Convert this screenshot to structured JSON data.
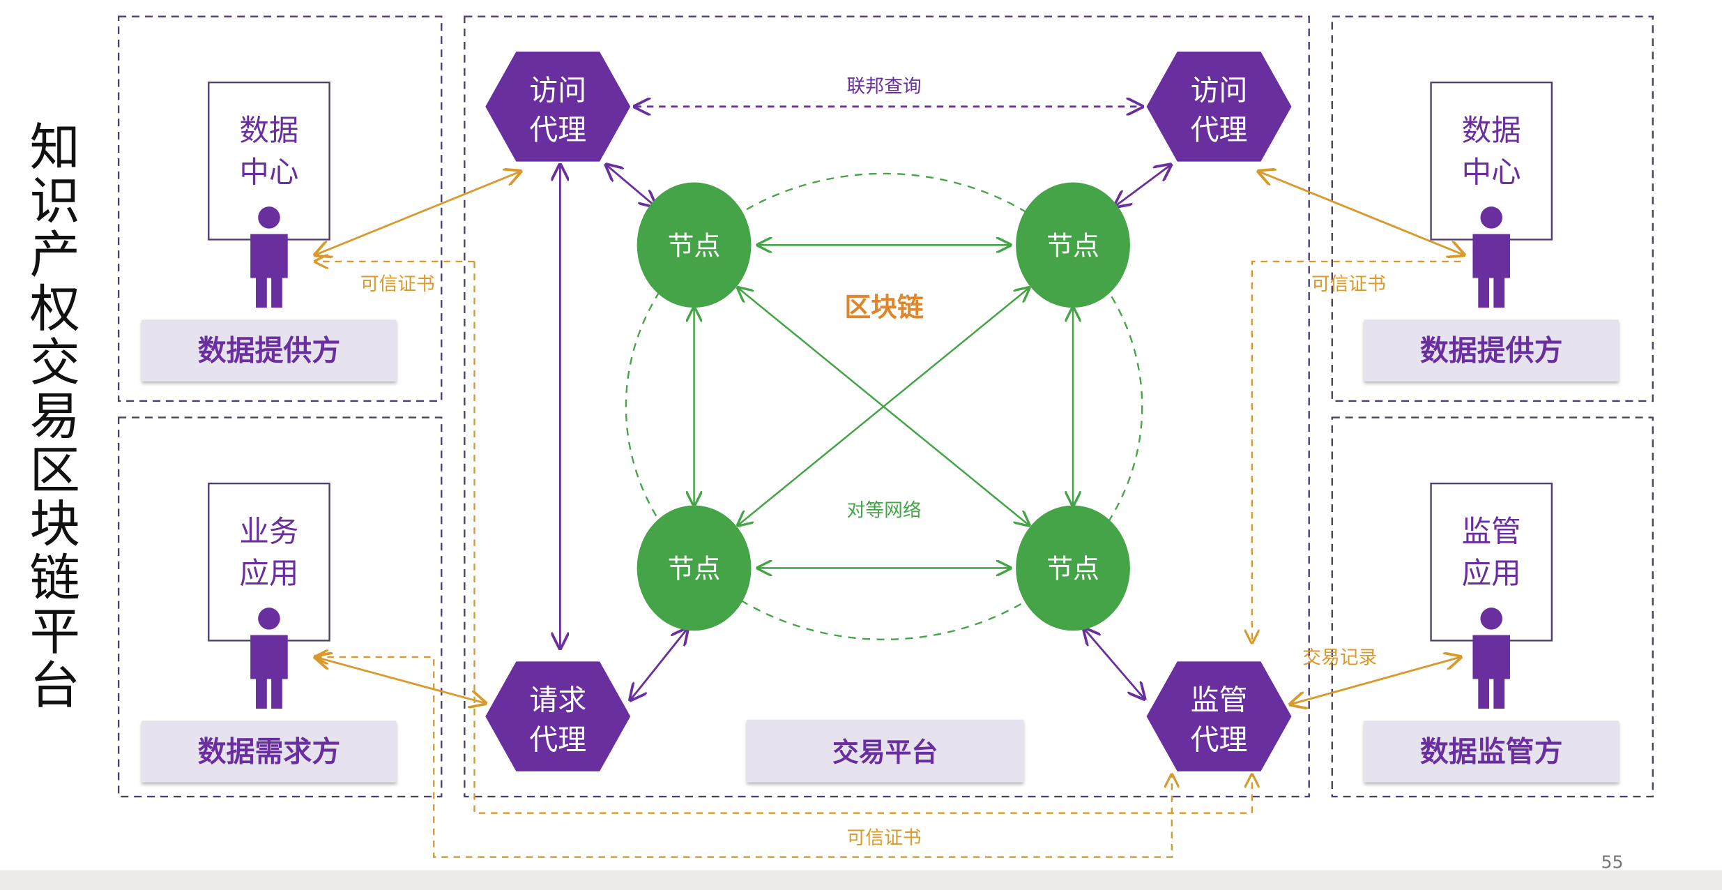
{
  "title": "知识产权交易区块链平台",
  "page_number": "55",
  "colors": {
    "purple": "#6a2f9e",
    "green": "#45a447",
    "orange": "#d99a2b",
    "label_bg": "#e6e2ee"
  },
  "left_top": {
    "box": [
      "数据",
      "中心"
    ],
    "role": "数据提供方"
  },
  "left_bottom": {
    "box": [
      "业务",
      "应用"
    ],
    "role": "数据需求方"
  },
  "right_top": {
    "box": [
      "数据",
      "中心"
    ],
    "role": "数据提供方"
  },
  "right_bottom": {
    "box": [
      "监管",
      "应用"
    ],
    "role": "数据监管方"
  },
  "center": {
    "platform_label": "交易平台",
    "blockchain_label": "区块链",
    "p2p_label": "对等网络",
    "federated_query": "联邦查询",
    "agents": {
      "access_left": [
        "访问",
        "代理"
      ],
      "access_right": [
        "访问",
        "代理"
      ],
      "request": [
        "请求",
        "代理"
      ],
      "supervision": [
        "监管",
        "代理"
      ]
    },
    "node_label": "节点"
  },
  "edges": {
    "cert_left": "可信证书",
    "cert_right": "可信证书",
    "cert_bottom": "可信证书",
    "transaction_record": "交易记录"
  }
}
